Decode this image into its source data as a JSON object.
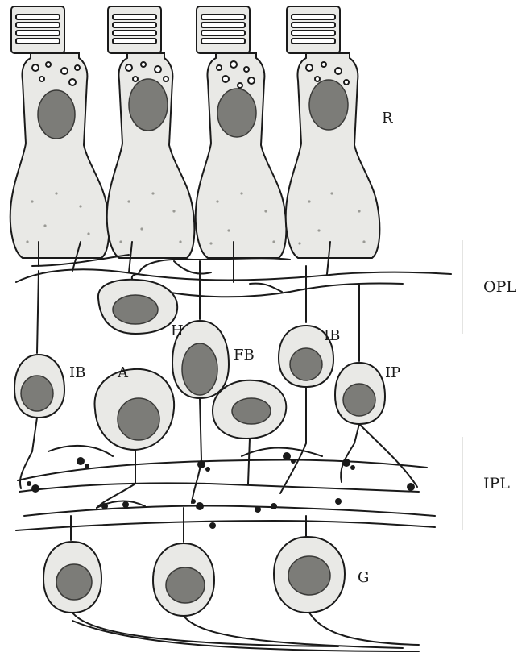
{
  "labels": {
    "rod": "R",
    "horizontal": "H",
    "invaginating_bipolar_left": "IB",
    "amacrine": "A",
    "flat_bipolar": "FB",
    "invaginating_bipolar_right": "IB",
    "interplexiform": "IP",
    "ganglion": "G"
  },
  "layers": {
    "outer_plexiform": "OPL",
    "inner_plexiform": "IPL"
  }
}
